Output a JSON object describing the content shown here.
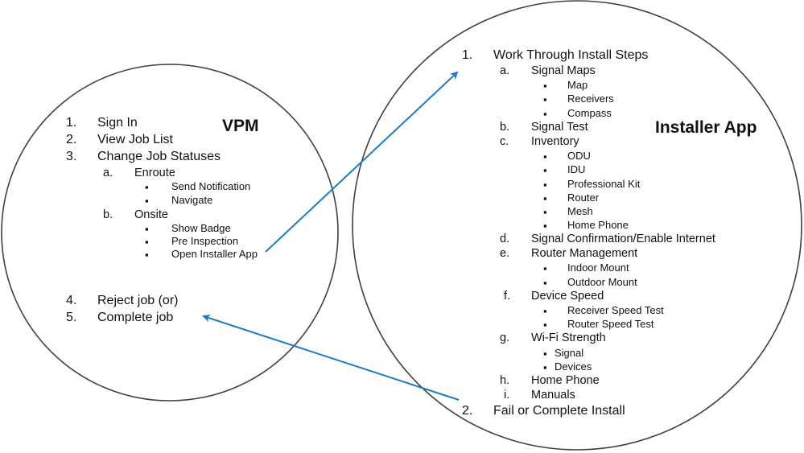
{
  "vpm": {
    "title": "VPM",
    "items": [
      {
        "num": "1.",
        "label": "Sign In"
      },
      {
        "num": "2.",
        "label": "View Job List"
      },
      {
        "num": "3.",
        "label": "Change Job Statuses",
        "children": [
          {
            "num": "a.",
            "label": "Enroute",
            "children": [
              "Send Notification",
              "Navigate"
            ]
          },
          {
            "num": "b.",
            "label": "Onsite",
            "children": [
              "Show Badge",
              "Pre Inspection",
              "Open Installer App"
            ]
          }
        ]
      },
      {
        "num": "4.",
        "label": "Reject job (or)"
      },
      {
        "num": "5.",
        "label": "Complete job"
      }
    ]
  },
  "installer": {
    "title": "Installer App",
    "items": [
      {
        "num": "1.",
        "label": "Work Through Install Steps",
        "children": [
          {
            "num": "a.",
            "label": "Signal Maps",
            "children": [
              "Map",
              "Receivers",
              "Compass"
            ]
          },
          {
            "num": "b.",
            "label": "Signal Test",
            "children": []
          },
          {
            "num": "c.",
            "label": "Inventory",
            "children": [
              "ODU",
              "IDU",
              "Professional Kit",
              "Router",
              "Mesh",
              "Home Phone"
            ]
          },
          {
            "num": "d.",
            "label": "Signal Confirmation/Enable Internet",
            "children": []
          },
          {
            "num": "e.",
            "label": "Router Management",
            "children": [
              "Indoor Mount",
              "Outdoor Mount"
            ]
          },
          {
            "num": "f.",
            "label": "Device Speed",
            "children": [
              "Receiver Speed Test",
              "Router Speed Test"
            ]
          },
          {
            "num": "g.",
            "label": "Wi-Fi Strength",
            "children": [
              "Signal",
              "Devices"
            ]
          },
          {
            "num": "h.",
            "label": "Home Phone",
            "children": []
          },
          {
            "num": "i.",
            "label": "Manuals",
            "children": []
          }
        ]
      },
      {
        "num": "2.",
        "label": "Fail or Complete Install"
      }
    ]
  },
  "bullet_glyph": "▪",
  "colors": {
    "circle": "#404040",
    "arrow": "#1a7cc4",
    "text": "#111111"
  },
  "arrows": [
    {
      "from": "Open Installer App",
      "to": "Work Through Install Steps"
    },
    {
      "from": "Fail or Complete Install",
      "to": "Complete job"
    }
  ]
}
